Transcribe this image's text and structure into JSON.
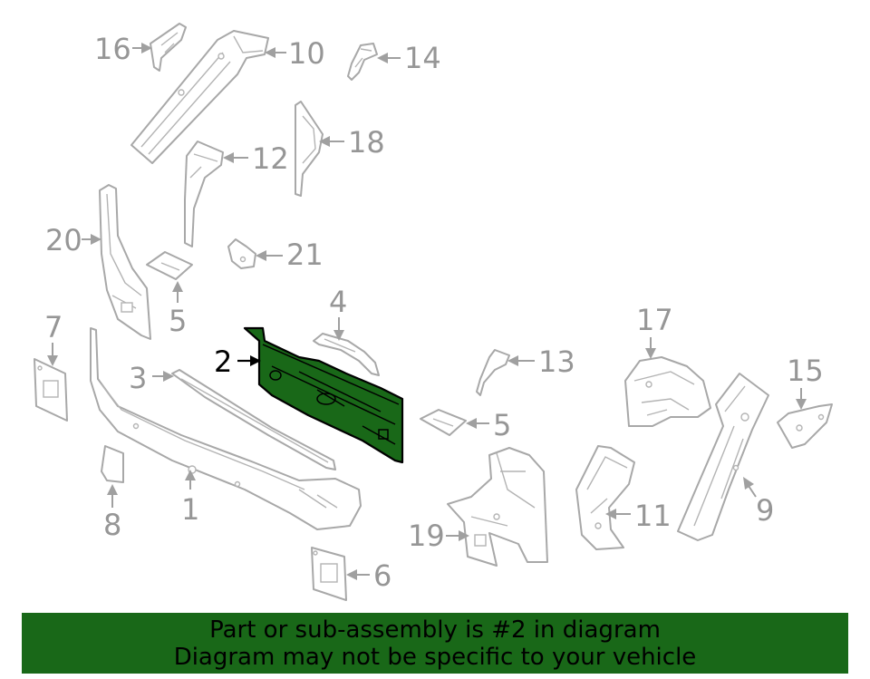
{
  "callouts": {
    "c1": "1",
    "c2": "2",
    "c3": "3",
    "c4": "4",
    "c5a": "5",
    "c5b": "5",
    "c6": "6",
    "c7": "7",
    "c8": "8",
    "c9": "9",
    "c10": "10",
    "c11": "11",
    "c12": "12",
    "c13": "13",
    "c14": "14",
    "c15": "15",
    "c16": "16",
    "c17": "17",
    "c18": "18",
    "c19": "19",
    "c20": "20",
    "c21": "21"
  },
  "highlight_part": "2",
  "colors": {
    "highlight_fill": "#196818",
    "banner_bg": "#196818",
    "line_art": "#a8a8a8",
    "callout_text": "#969696"
  },
  "banner": {
    "line1": "Part or sub-assembly is #2 in diagram",
    "line2": "Diagram may not be specific to your vehicle"
  }
}
